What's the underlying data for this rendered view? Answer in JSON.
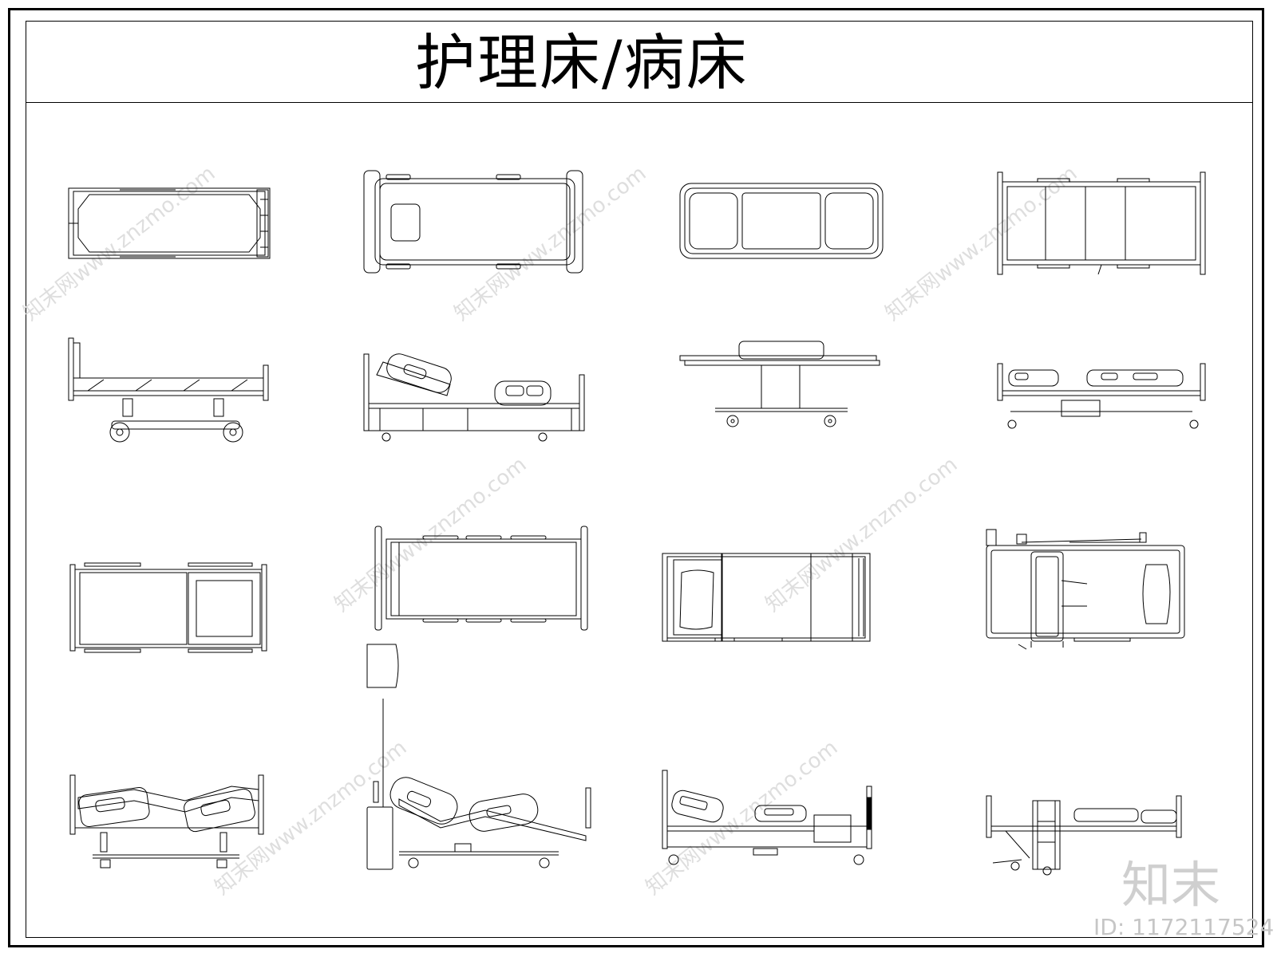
{
  "title": "护理床/病床",
  "watermark": {
    "logo": "知末",
    "id": "ID: 1172117524",
    "diagonal": "知末网www.znzmo.com"
  },
  "beds": [
    {
      "view": "top",
      "row": 1,
      "col": 1
    },
    {
      "view": "top",
      "row": 1,
      "col": 2
    },
    {
      "view": "top",
      "row": 1,
      "col": 3
    },
    {
      "view": "top",
      "row": 1,
      "col": 4
    },
    {
      "view": "side",
      "row": 2,
      "col": 1
    },
    {
      "view": "side",
      "row": 2,
      "col": 2
    },
    {
      "view": "side",
      "row": 2,
      "col": 3
    },
    {
      "view": "side",
      "row": 2,
      "col": 4
    },
    {
      "view": "top",
      "row": 3,
      "col": 1
    },
    {
      "view": "top",
      "row": 3,
      "col": 2
    },
    {
      "view": "top",
      "row": 3,
      "col": 3
    },
    {
      "view": "top",
      "row": 3,
      "col": 4
    },
    {
      "view": "side",
      "row": 4,
      "col": 1
    },
    {
      "view": "side",
      "row": 4,
      "col": 2
    },
    {
      "view": "side",
      "row": 4,
      "col": 3
    },
    {
      "view": "side",
      "row": 4,
      "col": 4
    }
  ],
  "colors": {
    "line": "#000000",
    "background": "#ffffff",
    "watermark": "#dedede"
  }
}
